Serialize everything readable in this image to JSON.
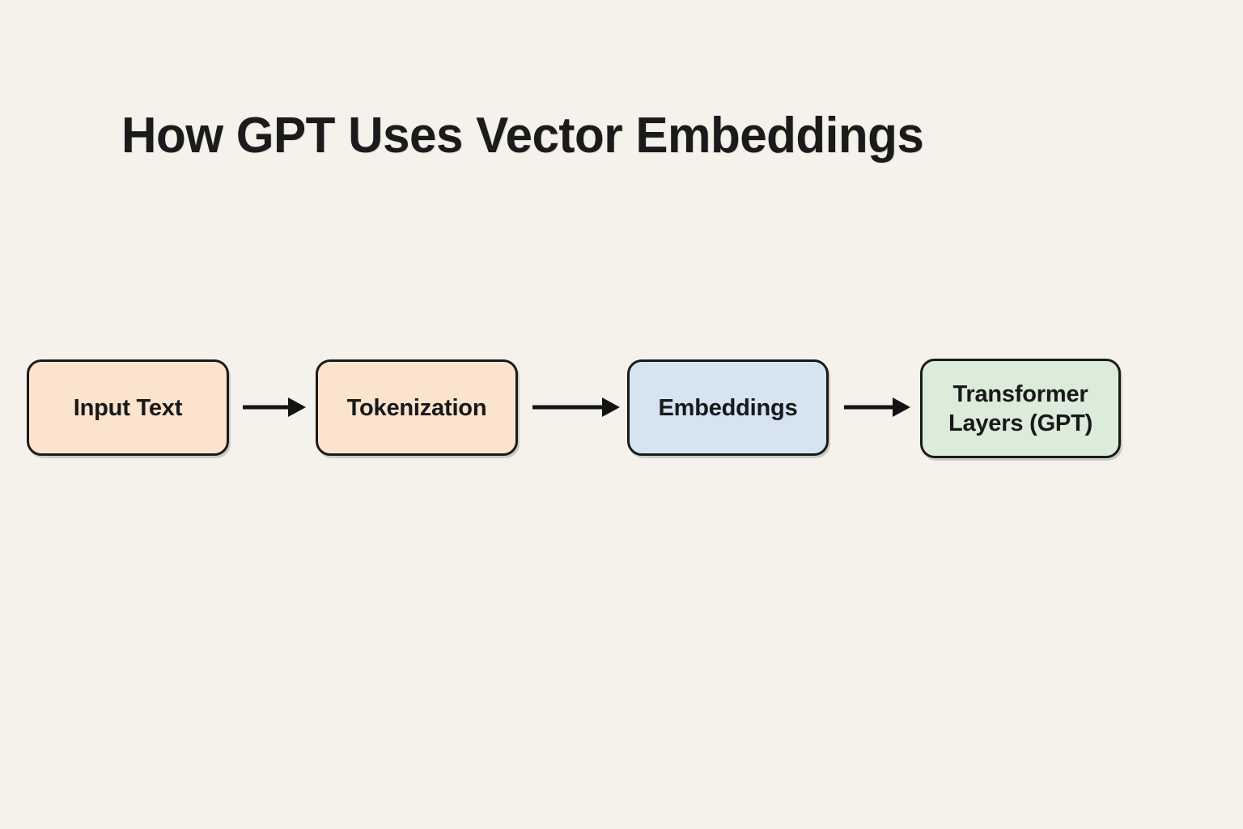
{
  "page": {
    "background_color": "#f5f2ec",
    "title": "How GPT Uses Vector Embeddings",
    "title_color": "#1b1b1b"
  },
  "diagram": {
    "type": "flowchart",
    "orientation": "left-to-right",
    "nodes": [
      {
        "id": "input-text",
        "label": "Input Text",
        "fill_color": "#fce3cd",
        "border_color": "#1a1a1a",
        "text_color": "#18191a"
      },
      {
        "id": "tokenization",
        "label": "Tokenization",
        "fill_color": "#fce3cd",
        "border_color": "#1a1a1a",
        "text_color": "#18191a"
      },
      {
        "id": "embeddings",
        "label": "Embeddings",
        "fill_color": "#d6e4f2",
        "border_color": "#1a1a1a",
        "text_color": "#18191a"
      },
      {
        "id": "transformer-layers",
        "label": "Transformer\nLayers (GPT)",
        "fill_color": "#dcecdb",
        "border_color": "#1a1a1a",
        "text_color": "#18191a"
      }
    ],
    "connectors": [
      {
        "id": "arrow-input-to-tokenization",
        "icon": "arrow-right-icon",
        "from": "input-text",
        "to": "tokenization",
        "color": "#131313"
      },
      {
        "id": "arrow-tokenization-to-embeddings",
        "icon": "arrow-right-icon",
        "from": "tokenization",
        "to": "embeddings",
        "color": "#131313"
      },
      {
        "id": "arrow-embeddings-to-transformer",
        "icon": "arrow-right-icon",
        "from": "embeddings",
        "to": "transformer-layers",
        "color": "#131313"
      }
    ]
  }
}
